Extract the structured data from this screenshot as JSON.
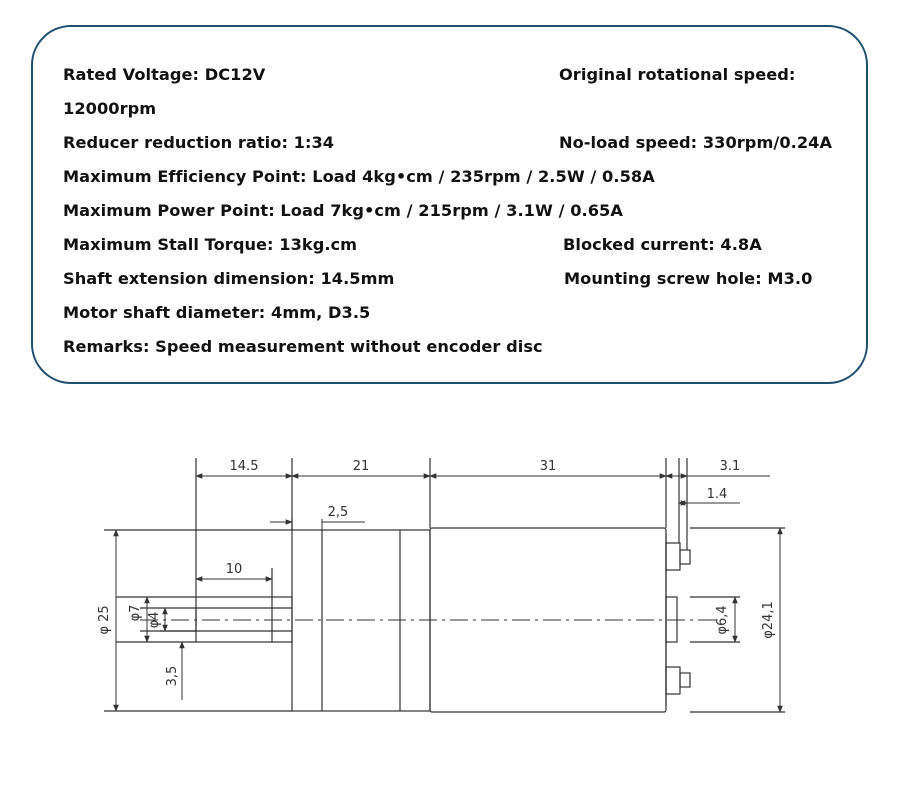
{
  "specs": {
    "rated_voltage": "Rated Voltage: DC12V",
    "original_speed": "Original rotational speed:",
    "original_speed_value": "12000rpm",
    "reduction_ratio": "Reducer reduction ratio: 1:34",
    "no_load_speed": "No-load speed: 330rpm/0.24A",
    "max_efficiency": "Maximum Efficiency Point: Load 4kg•cm / 235rpm / 2.5W / 0.58A",
    "max_power": "Maximum Power Point: Load 7kg•cm / 215rpm / 3.1W / 0.65A",
    "stall_torque": "Maximum Stall Torque: 13kg.cm",
    "blocked_current": "Blocked current: 4.8A",
    "shaft_extension": "Shaft extension dimension: 14.5mm",
    "mounting_hole": "Mounting screw hole: M3.0",
    "shaft_diameter": "Motor shaft diameter: 4mm, D3.5",
    "remarks": "Remarks: Speed measurement without encoder disc"
  },
  "drawing": {
    "dims": {
      "shaft_length": "14.5",
      "gearbox_length": "21",
      "motor_length": "31",
      "rear_length": "3.1",
      "terminal_offset": "1.4",
      "flange_width": "2,5",
      "flat_length": "10",
      "overall_dia": "φ 25",
      "boss_dia": "φ7",
      "shaft_dia": "φ4",
      "flat_offset": "3,5",
      "rear_boss_dia": "φ6,4",
      "motor_dia": "φ24,1"
    }
  }
}
